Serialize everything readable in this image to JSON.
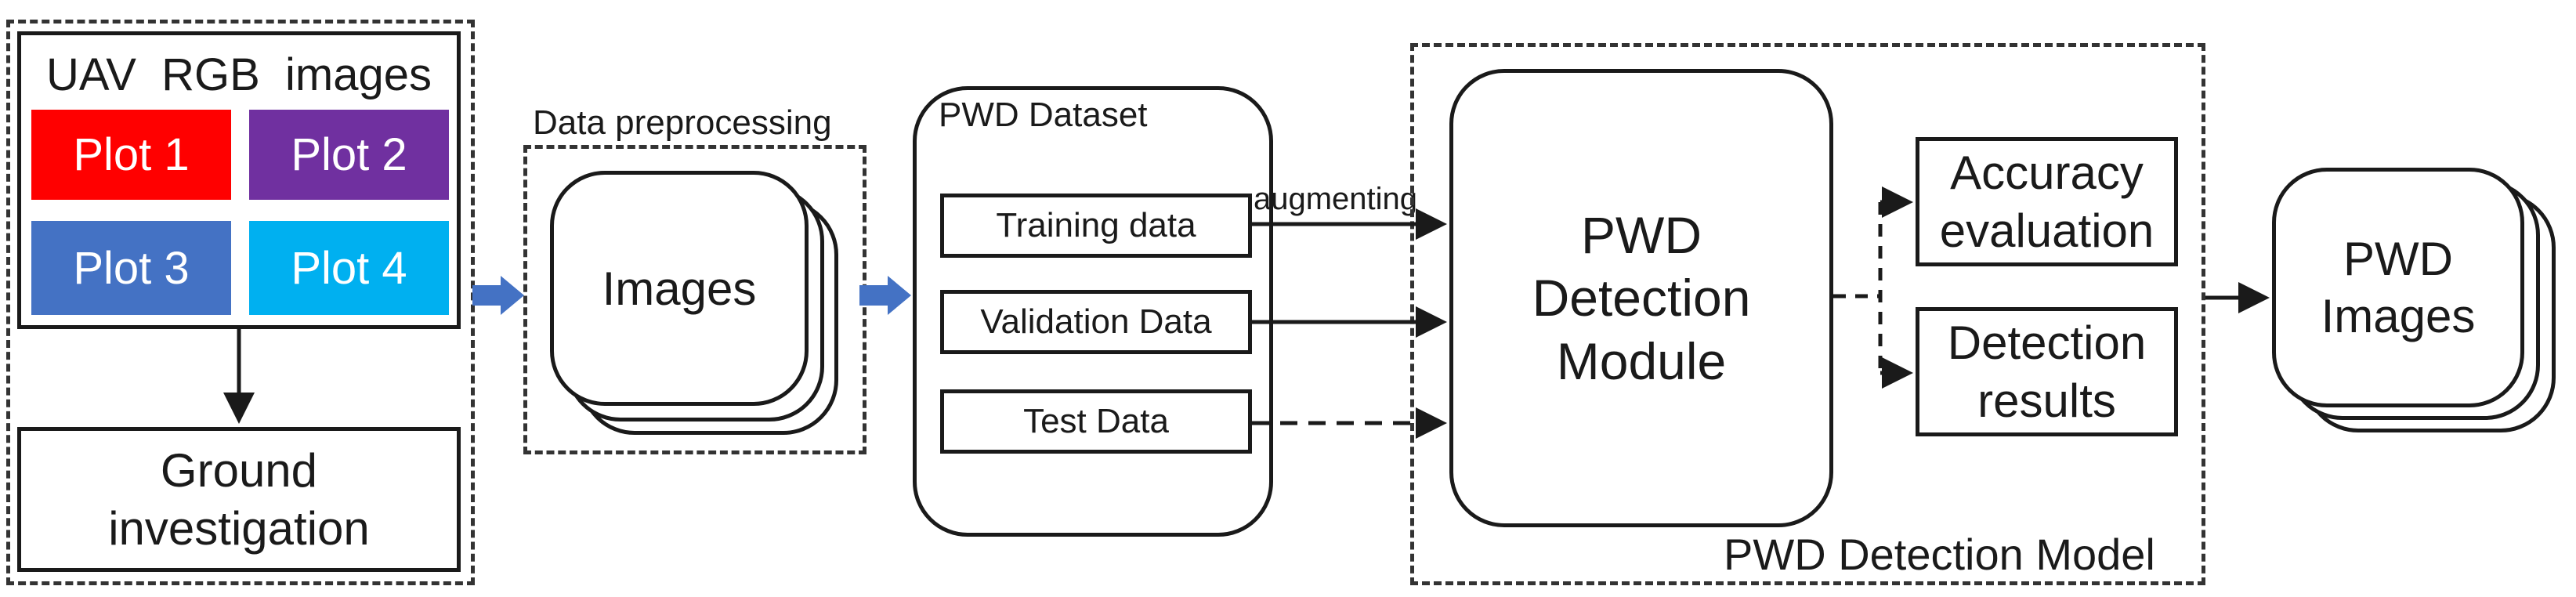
{
  "source": {
    "title": "UAV  RGB  images",
    "plots": [
      {
        "label": "Plot 1",
        "color": "#ff0000"
      },
      {
        "label": "Plot 2",
        "color": "#7030a0"
      },
      {
        "label": "Plot 3",
        "color": "#4472c4"
      },
      {
        "label": "Plot 4",
        "color": "#00b0f0"
      }
    ],
    "ground": "Ground investigation"
  },
  "preprocessing": {
    "label": "Data preprocessing",
    "images": "Images"
  },
  "dataset": {
    "label": "PWD Dataset",
    "training": "Training data",
    "validation": "Validation Data",
    "test": "Test Data",
    "augment": "augmenting"
  },
  "model": {
    "label": "PWD Detection Model",
    "module": "PWD Detection Module",
    "accuracy": "Accuracy evaluation",
    "results": "Detection results"
  },
  "output": {
    "label": "PWD Images"
  },
  "colors": {
    "arrow_fill": "#4472c4",
    "line": "#1a1a1a"
  }
}
